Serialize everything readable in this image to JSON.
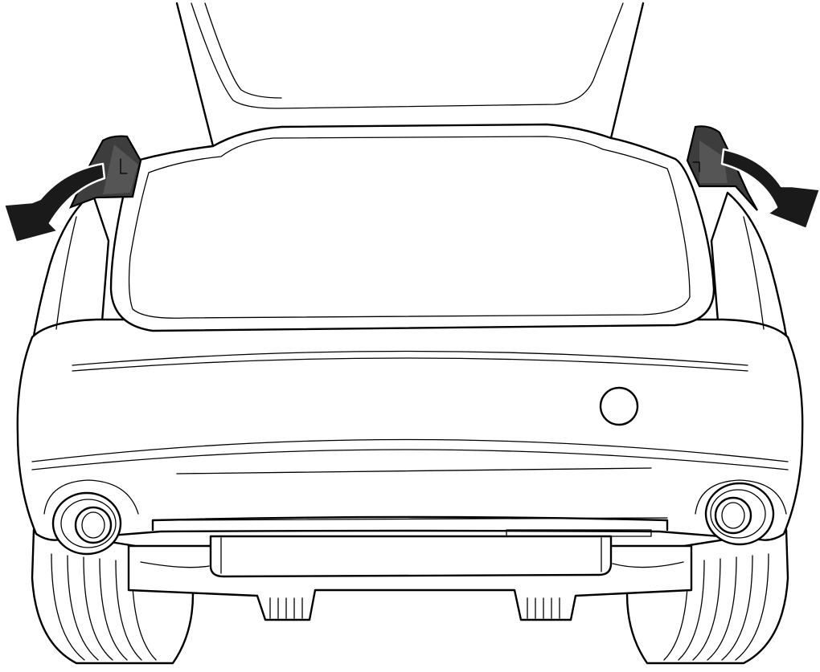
{
  "figure": {
    "subject": "",
    "colors": {
      "line": "#000000",
      "background": "#ffffff",
      "light_cluster": "#4a4a4a",
      "light_cluster_dark": "#2b2b2b",
      "arrow": "#1a1a1a"
    },
    "elements": [
      "tailgate-open",
      "rear-window",
      "left-tail-light",
      "right-tail-light",
      "left-removal-arrow",
      "right-removal-arrow",
      "rear-bumper",
      "parking-sensor",
      "left-exhaust-tip",
      "right-exhaust-tip",
      "left-rear-tire",
      "right-rear-tire",
      "rear-axle-and-muffler"
    ]
  }
}
